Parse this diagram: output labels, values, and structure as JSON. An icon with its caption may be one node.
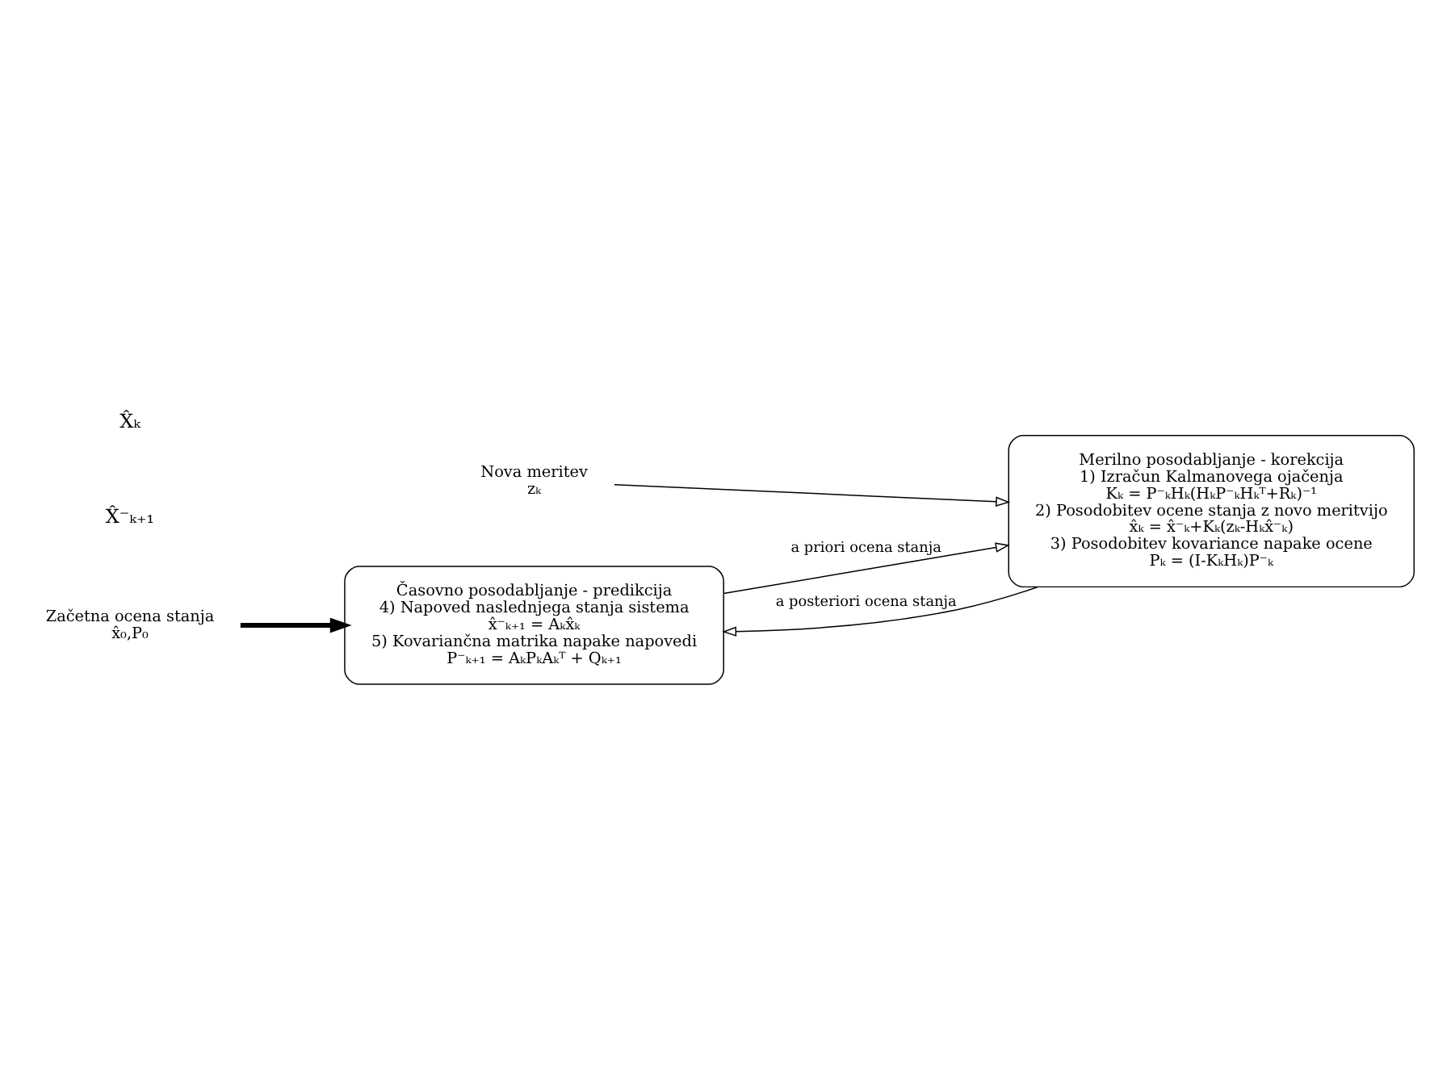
{
  "diagram": {
    "nodes": [
      {
        "text": [
          "Časovno posodabljanje - predikcija",
          "4) Napoved naslednjega stanja sistema",
          "x̂⁻ₖ₊₁ = Aₖx̂ₖ",
          "5) Kovariančna matrika napake napovedi",
          "P⁻ₖ₊₁ = AₖPₖAₖᵀ + Qₖ₊₁"
        ]
      },
      {
        "text": [
          "Merilno posodabljanje - korekcija",
          "1) Izračun Kalmanovega ojačenja",
          "Kₖ = P⁻ₖHₖ(HₖP⁻ₖHₖᵀ+Rₖ)⁻¹",
          "2) Posodobitev ocene stanja z novo meritvijo",
          "x̂ₖ = x̂⁻ₖ+Kₖ(zₖ-Hₖx̂⁻ₖ)",
          "3) Posodobitev kovariance napake ocene",
          "Pₖ = (I-KₖHₖ)P⁻ₖ"
        ]
      },
      {
        "text": [
          "Nova meritev",
          "zₖ"
        ]
      },
      {
        "text": [
          "Začetna ocena stanja",
          "x̂₀,P₀"
        ]
      }
    ],
    "edges": [
      {
        "from": 0,
        "to": 1,
        "arrow": "to",
        "label": "a priori ocena stanja"
      },
      {
        "from": 1,
        "to": 0,
        "arrow": "to",
        "label": "a posteriori ocena stanja"
      },
      {
        "from": 2,
        "to": 1,
        "arrow": "to"
      },
      {
        "from": 3,
        "to": 0,
        "arrow": "to",
        "style": "thick"
      }
    ],
    "labels": [
      "X̂⁻ₖ₊₁",
      "X̂ₖ"
    ]
  }
}
